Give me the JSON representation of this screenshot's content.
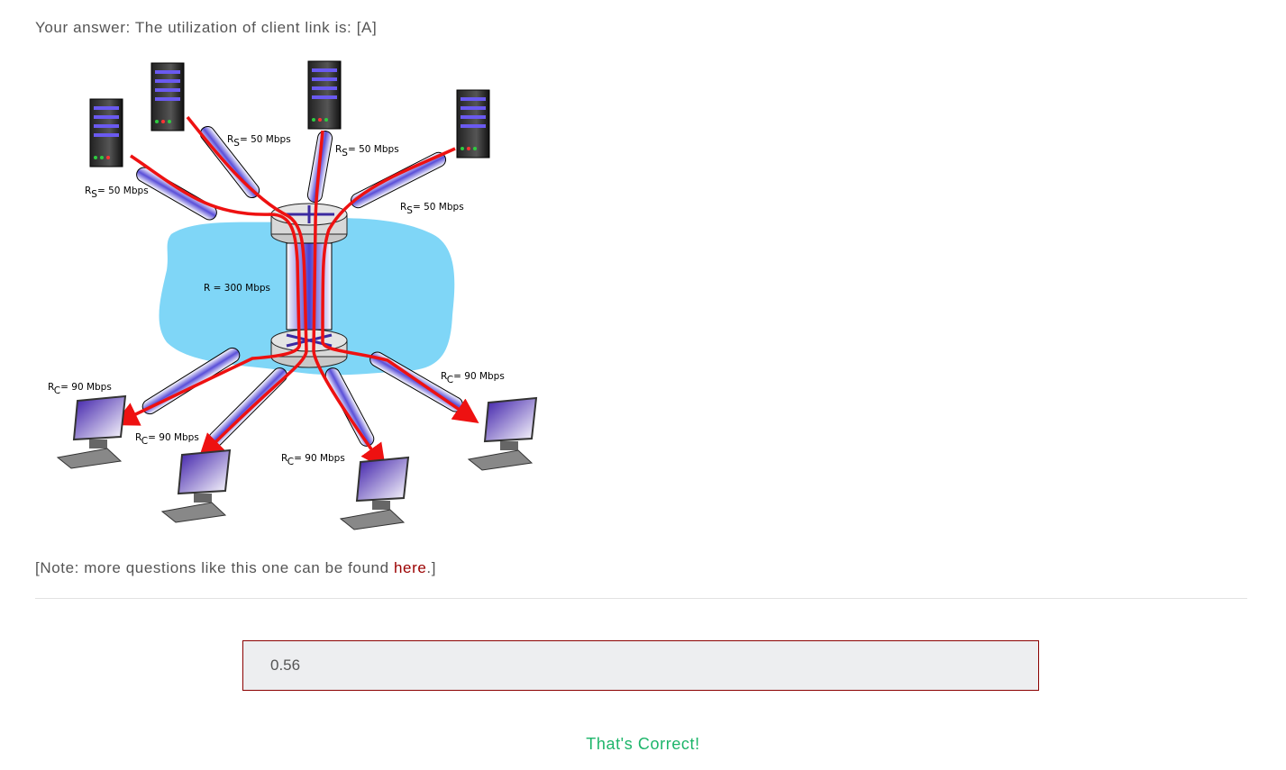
{
  "question": {
    "text": "Your answer: The utilization of client link is: [A]"
  },
  "figure": {
    "server_links": [
      {
        "label": "R",
        "sub": "S",
        "value": "= 50 Mbps"
      },
      {
        "label": "R",
        "sub": "S",
        "value": "= 50 Mbps"
      },
      {
        "label": "R",
        "sub": "S",
        "value": "= 50 Mbps"
      },
      {
        "label": "R",
        "sub": "S",
        "value": "= 50 Mbps"
      }
    ],
    "core_link": {
      "text": "R = 300 Mbps"
    },
    "client_links": [
      {
        "label": "R",
        "sub": "C",
        "value": "= 90 Mbps"
      },
      {
        "label": "R",
        "sub": "C",
        "value": "= 90 Mbps"
      },
      {
        "label": "R",
        "sub": "C",
        "value": "= 90 Mbps"
      },
      {
        "label": "R",
        "sub": "C",
        "value": "= 90 Mbps"
      }
    ]
  },
  "note": {
    "prefix": "[Note: more questions like this one can be found ",
    "link": "here",
    "suffix": ".]"
  },
  "answer": {
    "value": "0.56"
  },
  "feedback": {
    "text": "That's Correct!"
  },
  "colors": {
    "accent": "#9b0000",
    "success": "#1db56a",
    "cloud": "#7fd6f7",
    "flow": "#ee1111"
  }
}
